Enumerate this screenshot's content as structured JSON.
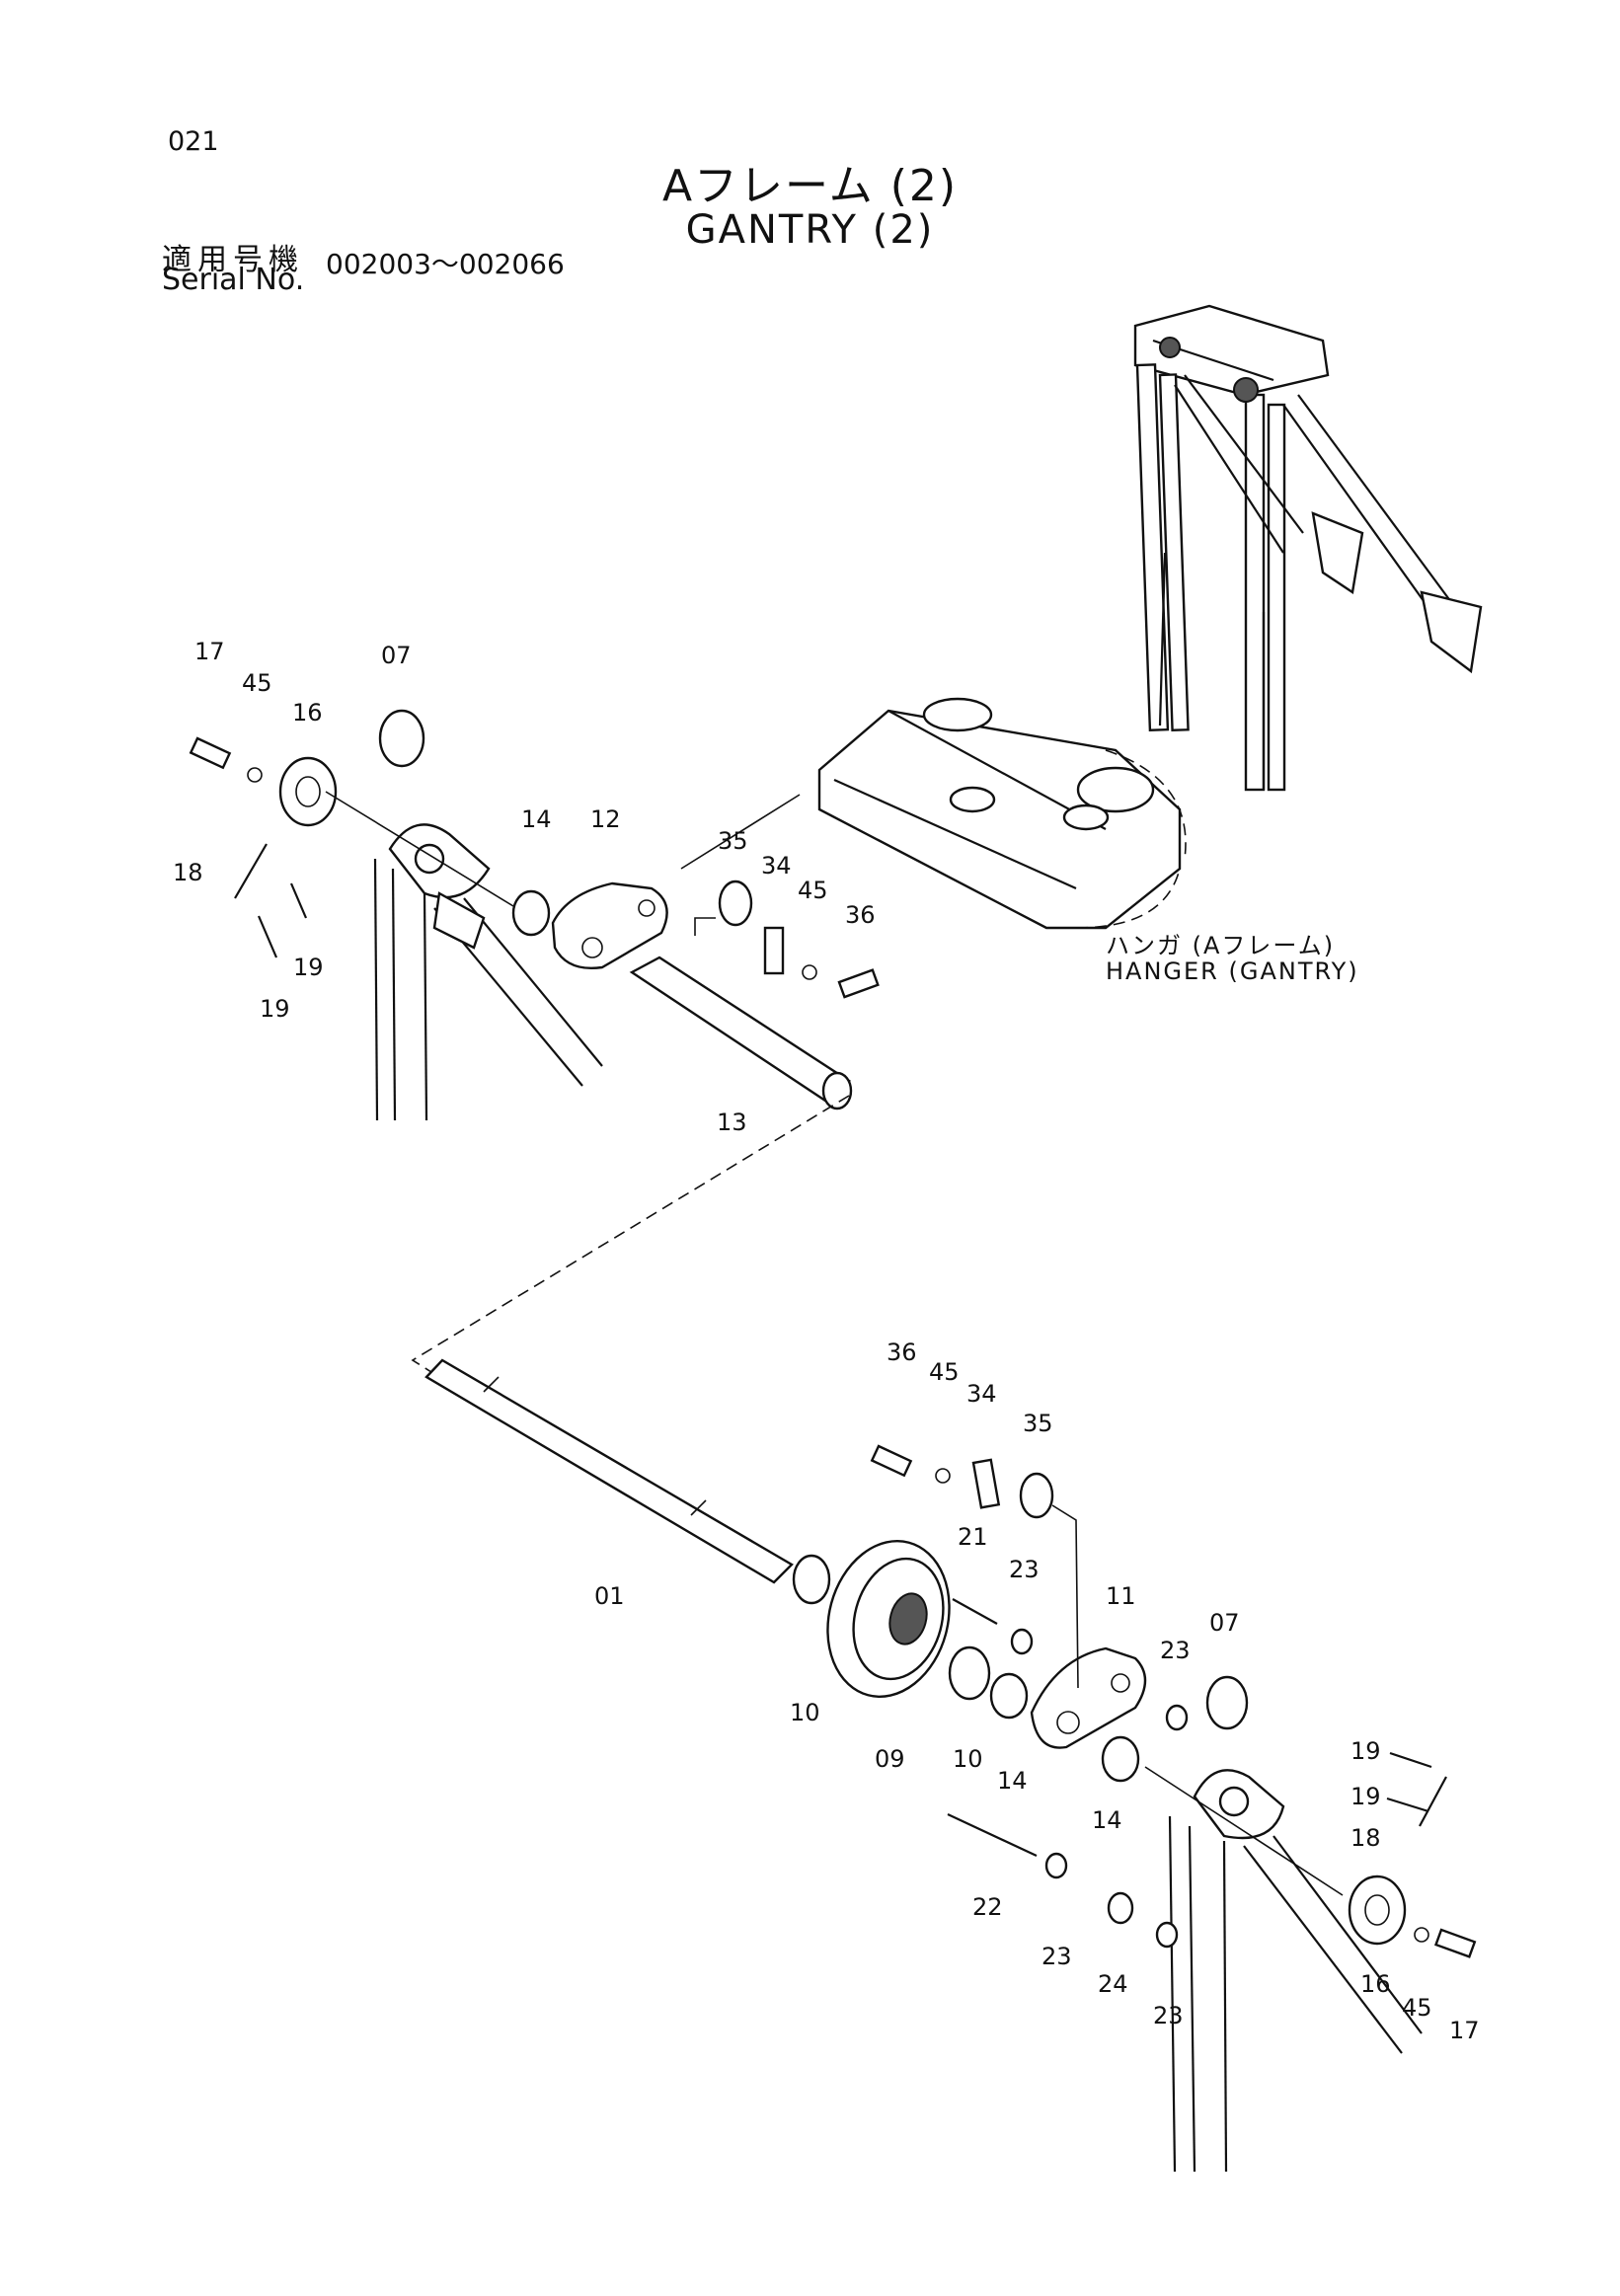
{
  "header": {
    "page_number": "021",
    "title_jp": "Aフレーム (2)",
    "title_en": "GANTRY (2)",
    "serial_label_jp": "適用号機",
    "serial_label_en": "Serial No.",
    "serial_range": "002003～002066"
  },
  "captions": {
    "hanger_jp": "ハンガ (Aフレーム)",
    "hanger_en": "HANGER (GANTRY)"
  },
  "callouts_upper": [
    "17",
    "45",
    "16",
    "07",
    "18",
    "19",
    "19",
    "14",
    "12",
    "35",
    "34",
    "45",
    "36",
    "13"
  ],
  "callouts_lower": [
    "36",
    "45",
    "34",
    "35",
    "21",
    "23",
    "11",
    "23",
    "07",
    "01",
    "10",
    "09",
    "10",
    "14",
    "14",
    "19",
    "19",
    "18",
    "22",
    "23",
    "24",
    "23",
    "16",
    "45",
    "17"
  ]
}
